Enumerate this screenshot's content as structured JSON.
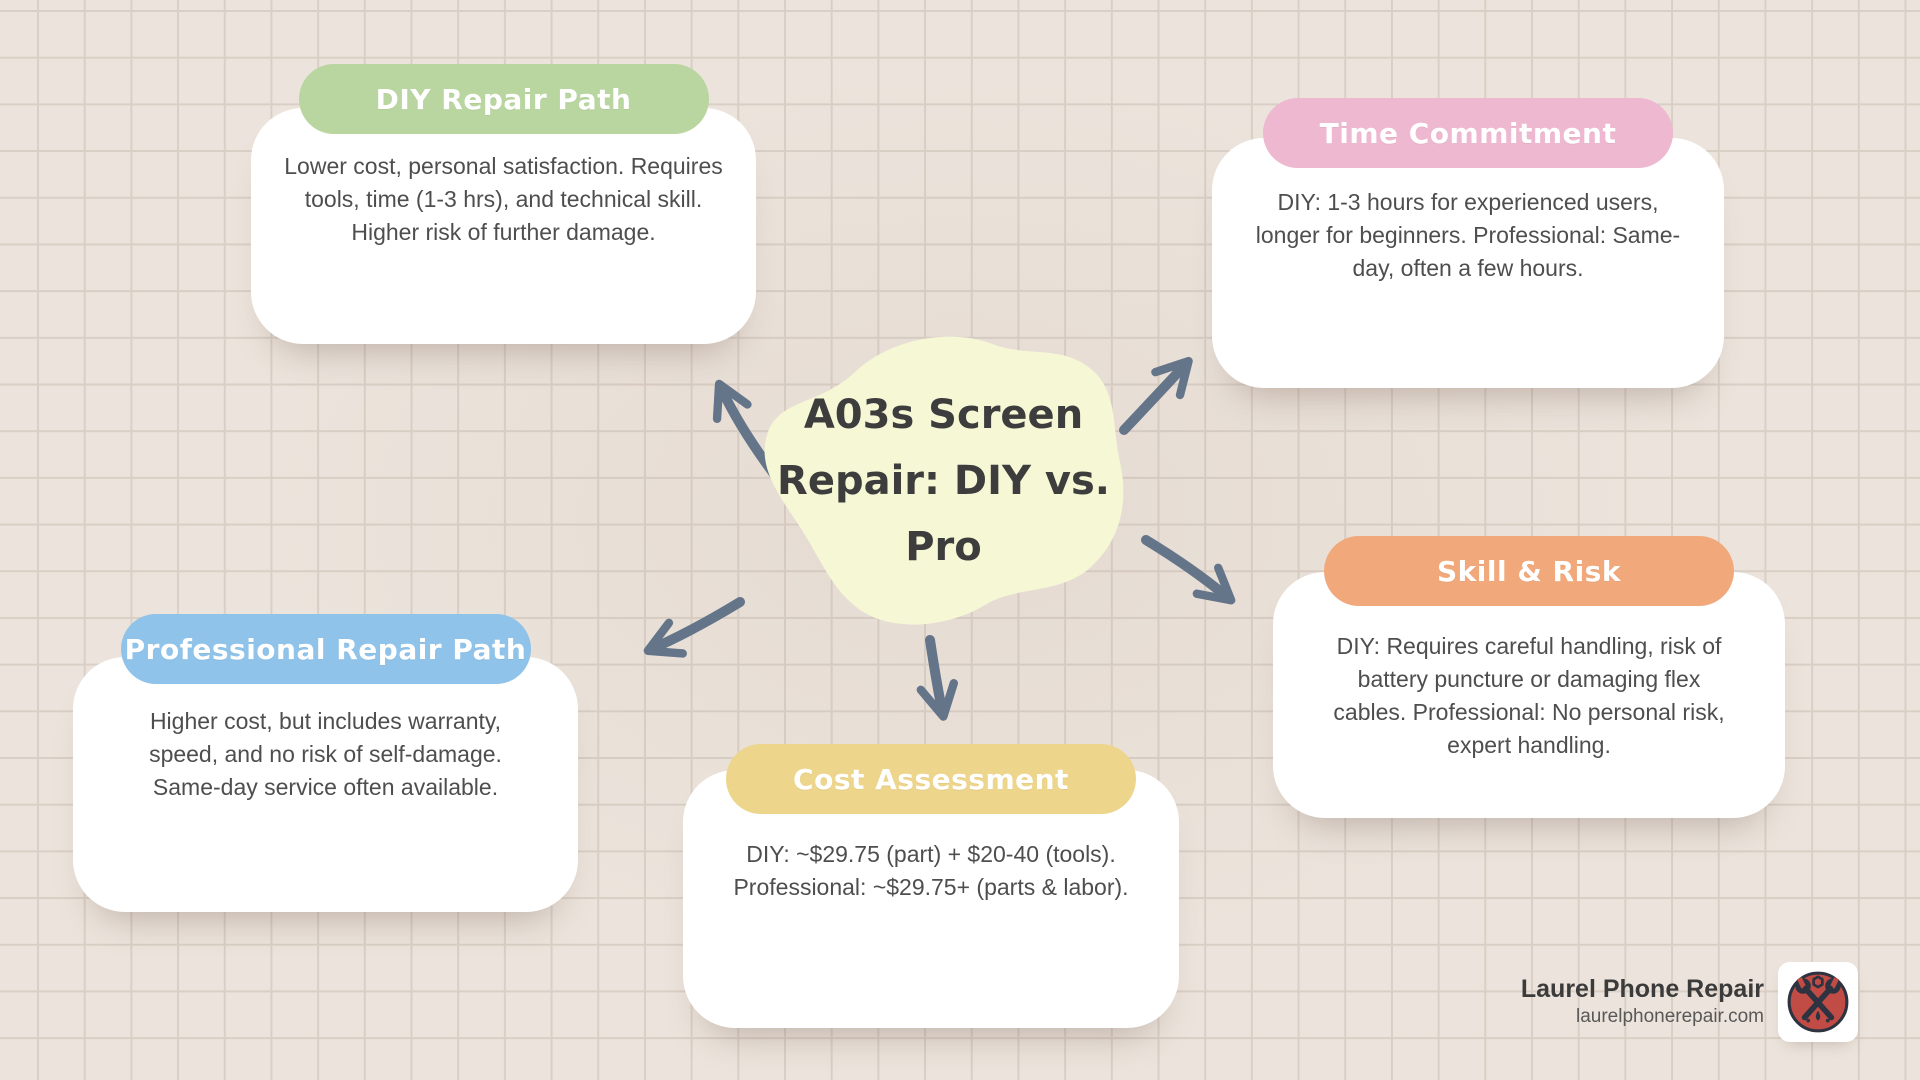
{
  "center": {
    "title_lines": [
      "A03s Screen",
      "Repair: DIY vs.",
      "Pro"
    ]
  },
  "cards": {
    "diy": {
      "title": "DIY Repair Path",
      "header_color": "#b9d5a0",
      "body_lines": [
        "Lower cost, personal satisfaction. Requires",
        "tools, time (1-3 hrs), and technical skill.",
        "Higher risk of further damage."
      ]
    },
    "time": {
      "title": "Time Commitment",
      "header_color": "#edb8d0",
      "body_lines": [
        "DIY: 1-3 hours for experienced users,",
        "longer for beginners. Professional: Same-",
        "day, often a few hours."
      ]
    },
    "skill": {
      "title": "Skill & Risk",
      "header_color": "#f1a97c",
      "body_lines": [
        "DIY: Requires careful handling, risk of",
        "battery puncture or damaging flex",
        "cables. Professional: No personal risk,",
        "expert handling."
      ]
    },
    "cost": {
      "title": "Cost Assessment",
      "header_color": "#edd58c",
      "body_lines": [
        "DIY: ~$29.75 (part) + $20-40 (tools).",
        "Professional: ~$29.75+ (parts & labor)."
      ]
    },
    "professional": {
      "title": "Professional Repair Path",
      "header_color": "#8fc3e9",
      "body_lines": [
        "Higher cost, but includes warranty,",
        "speed, and no risk of self-damage.",
        "Same-day service often available."
      ]
    }
  },
  "footer": {
    "brand": "Laurel Phone Repair",
    "website": "laurelphonerepair.com",
    "logo_icon": "crossed-wrenches-icon"
  },
  "colors": {
    "background": "#ece4dc",
    "grid_line": "#d9cfc5",
    "blob": "#f6f7d5",
    "arrow": "#64758a",
    "body_text": "#4e4e4e",
    "center_title_text": "#3d3d3d",
    "pill_text": "#ffffff",
    "logo_red": "#c14b45",
    "logo_dark": "#2d3340"
  }
}
